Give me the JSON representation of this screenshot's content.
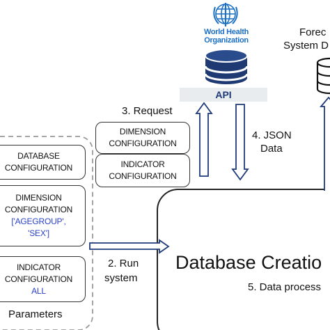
{
  "who": {
    "name_line1": "World Health",
    "name_line2": "Organization"
  },
  "api": {
    "label": "API"
  },
  "forecast": {
    "line1": "Forec",
    "line2": "System D"
  },
  "steps": {
    "request": "3. Request",
    "json_line1": "4. JSON",
    "json_line2": "Data",
    "run_line1": "2. Run",
    "run_line2": "system",
    "process": "5. Data process"
  },
  "top_boxes": {
    "dimension": [
      "DIMENSION",
      "CONFIGURATION"
    ],
    "indicator": [
      "INDICATOR",
      "CONFIGURATION"
    ]
  },
  "parameters": {
    "label": "Parameters",
    "database": [
      "DATABASE",
      "CONFIGURATION"
    ],
    "dimension": [
      "DIMENSION",
      "CONFIGURATION",
      "['AGEGROUP',",
      "'SEX']"
    ],
    "indicator": [
      "INDICATOR",
      "CONFIGURATION",
      "ALL"
    ]
  },
  "database_creation": {
    "title": "Database Creatio"
  },
  "colors": {
    "arrow": "#1f3a7a",
    "db_fill": "#1f3a73",
    "who_blue": "#1a6fc4",
    "param_blue": "#2a3fc9"
  }
}
